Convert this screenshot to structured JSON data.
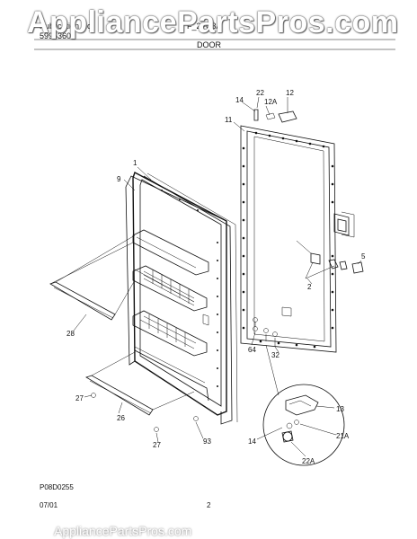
{
  "header": {
    "publication_label": "Publication No",
    "publication_number": "5995360",
    "model_label": "F_2FC3A",
    "section_title": "DOOR"
  },
  "watermark": {
    "top": "AppliancePartsPros.com",
    "bottom": "AppliancePartsPros.com"
  },
  "part_labels": [
    "1",
    "9",
    "14",
    "22",
    "12A",
    "12",
    "11",
    "5",
    "2",
    "28",
    "64",
    "32",
    "27",
    "26",
    "27",
    "93",
    "13",
    "14",
    "21A",
    "22A"
  ],
  "footer": {
    "diagram_code": "P08D0255",
    "date": "07/01",
    "page": "2"
  }
}
